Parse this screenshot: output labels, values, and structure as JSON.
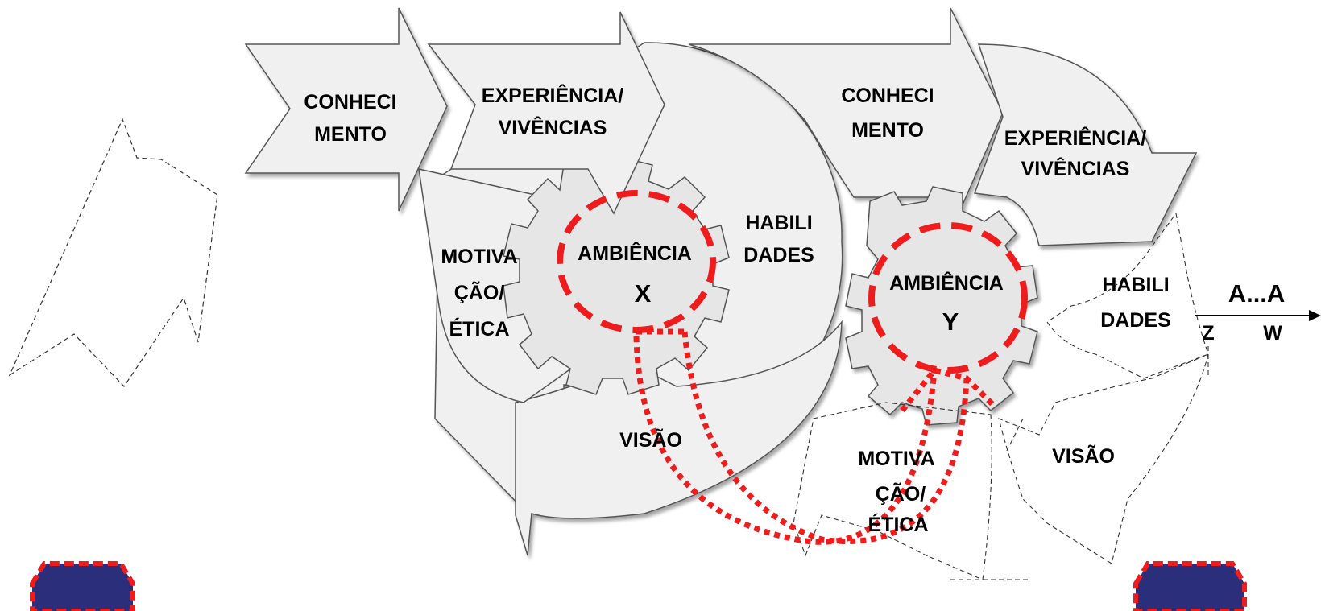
{
  "colors": {
    "shape_fill": "#f0f0f0",
    "shape_stroke": "#555555",
    "accent_red": "#ee1c1c",
    "navy": "#2b2e7a"
  },
  "cycle_x": {
    "arrow_1": [
      "CONHECI",
      "MENTO"
    ],
    "arrow_2": [
      "EXPERIÊNCIA/",
      "VIVÊNCIAS"
    ],
    "habilidades": [
      "HABILI",
      "DADES"
    ],
    "motivacao": [
      "MOTIVA",
      "ÇÃO/",
      "ÉTICA"
    ],
    "visao": [
      "VISÃO"
    ],
    "center": [
      "AMBIÊNCIA",
      "X"
    ]
  },
  "cycle_y": {
    "arrow_1": [
      "CONHECI",
      "MENTO"
    ],
    "arrow_2": [
      "EXPERIÊNCIA/",
      "VIVÊNCIAS"
    ],
    "habilidades": [
      "HABILI",
      "DADES"
    ],
    "motivacao": [
      "MOTIVA",
      "ÇÃO/",
      "ÉTICA"
    ],
    "visao": [
      "VISÃO"
    ],
    "center": [
      "AMBIÊNCIA",
      "Y"
    ]
  },
  "transition": {
    "top": "A...A",
    "bottom_left": "Z",
    "bottom_right": "W"
  }
}
